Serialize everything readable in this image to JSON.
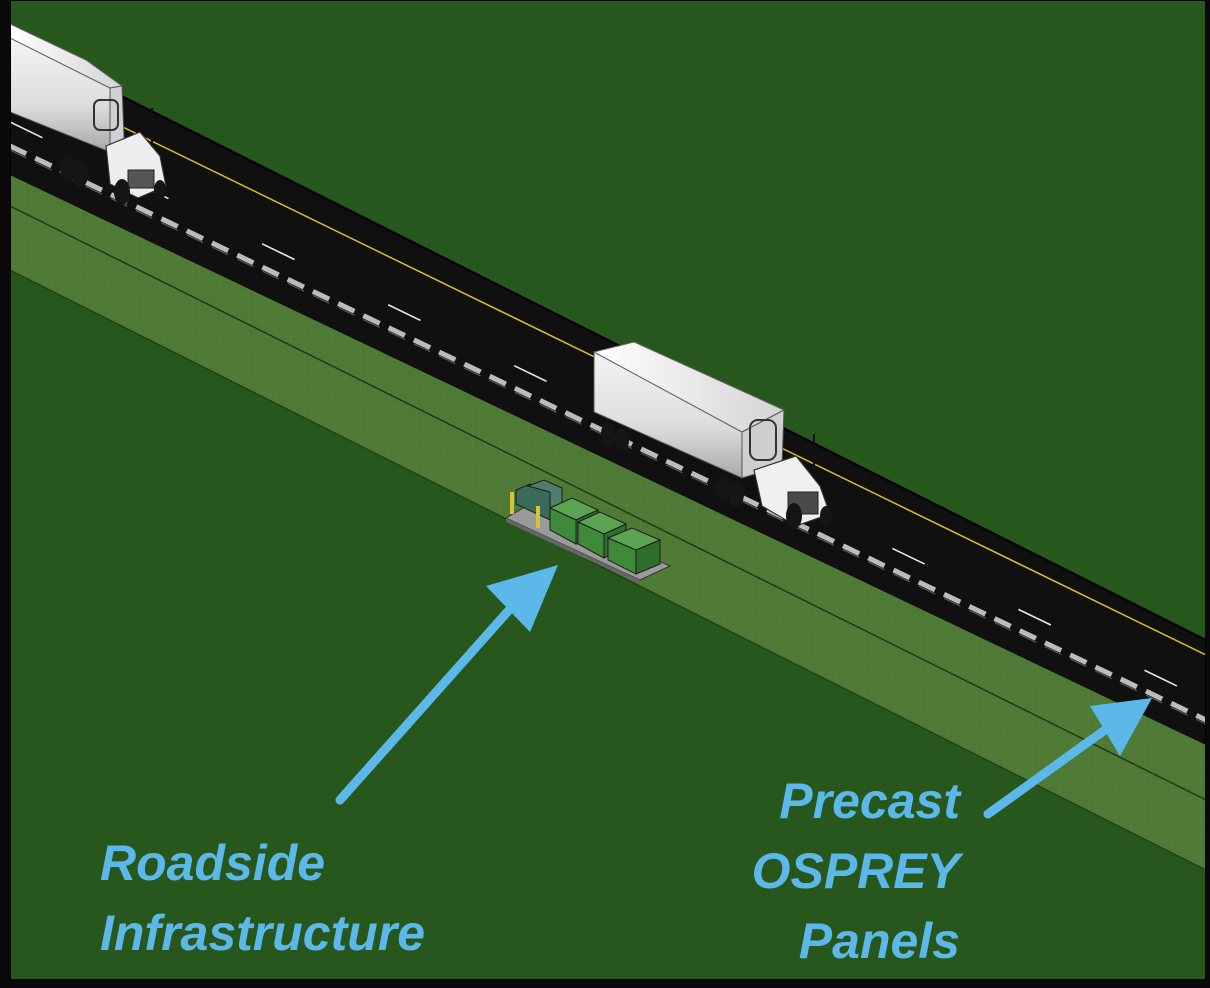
{
  "colors": {
    "background_frame": "#0a0a0a",
    "grass": "#27571d",
    "shoulder": "#4f7a35",
    "asphalt": "#101010",
    "center_line": "#d8c02a",
    "lane_dash": "#e8e8e8",
    "panel_strip": "#bcbcbc",
    "truck_body": "#e2e2e2",
    "cabinet": "#3f8a3a",
    "callout_text": "#5cb8e8",
    "callout_arrow": "#5cb8e8"
  },
  "scene": {
    "objects": [
      "truck",
      "truck",
      "roadside-infrastructure",
      "osprey-panel-strip"
    ]
  },
  "labels": {
    "roadside": {
      "line1": "Roadside",
      "line2": "Infrastructure"
    },
    "panels": {
      "line1": "Precast",
      "line2": "OSPREY",
      "line3": "Panels"
    }
  },
  "icons": {
    "arrow_left": "arrow-up-right-icon",
    "arrow_right": "arrow-up-right-icon"
  }
}
